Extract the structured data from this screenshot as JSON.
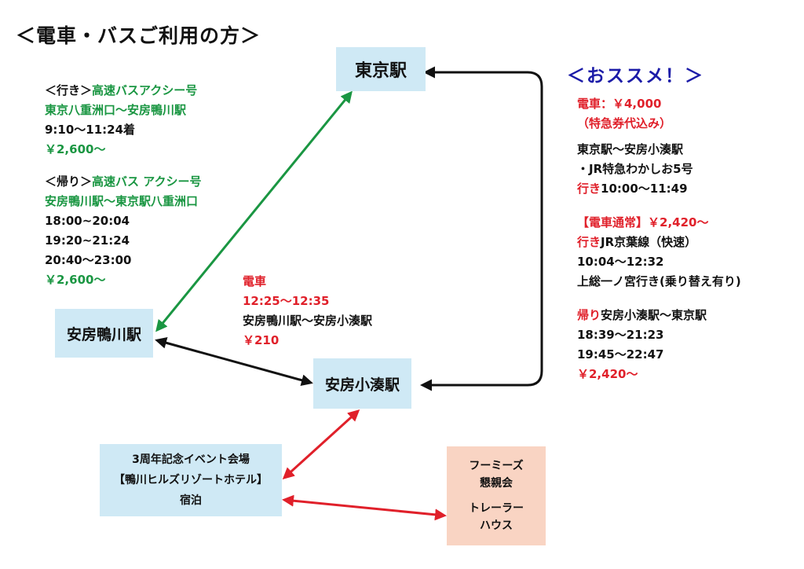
{
  "title": "＜電車・バスご利用の方＞",
  "nodes": {
    "tokyo": "東京駅",
    "kamogawa": "安房鴨川駅",
    "kominato": "安房小湊駅",
    "venue": [
      "3周年記念イベント会場",
      "【鴨川ヒルズリゾートホテル】",
      "宿泊"
    ],
    "fumi": [
      "フーミーズ",
      "懇親会",
      "",
      "トレーラー",
      "ハウス"
    ]
  },
  "bus": {
    "outbound_prefix": "＜行き＞",
    "outbound_name": "高速バスアクシー号",
    "outbound_route": "東京八重洲口～安房鴨川駅",
    "outbound_time": "9:10～11:24着",
    "outbound_fare": "￥2,600～",
    "return_prefix": "＜帰り＞",
    "return_name": "高速バス アクシー号",
    "return_route": "安房鴨川駅～東京駅八重洲口",
    "return_times": [
      "18:00~20:04",
      "19:20~21:24",
      "20:40～23:00"
    ],
    "return_fare": "￥2,600～"
  },
  "local_train": {
    "label": "電車",
    "time": "12:25～12:35",
    "route": "安房鴨川駅～安房小湊駅",
    "fare": "￥210"
  },
  "recommend": {
    "title": "＜おススメ！＞",
    "express_fare": "電車：￥4,000",
    "express_note": "（特急券代込み）",
    "express_route": "東京駅～安房小湊駅",
    "express_train": "・JR特急わかしお5号",
    "express_prefix": "行き",
    "express_time": "10:00～11:49",
    "normal_fare": "【電車通常】￥2,420～",
    "normal_prefix": "行き",
    "normal_line": "JR京葉線（快速）",
    "normal_time": "10:04～12:32",
    "normal_transfer": "上総一ノ宮行き(乗り替え有り)",
    "return_prefix": "帰り",
    "return_route": "安房小湊駅～東京駅",
    "return_times": [
      "18:39～21:23",
      "19:45～22:47"
    ],
    "return_fare": "￥2,420～"
  },
  "colors": {
    "box_blue": "#cfe9f5",
    "box_orange": "#f9d4c3",
    "bus_green": "#1a9642",
    "train_red": "#e0202a",
    "title_navy": "#1c1ca8"
  }
}
